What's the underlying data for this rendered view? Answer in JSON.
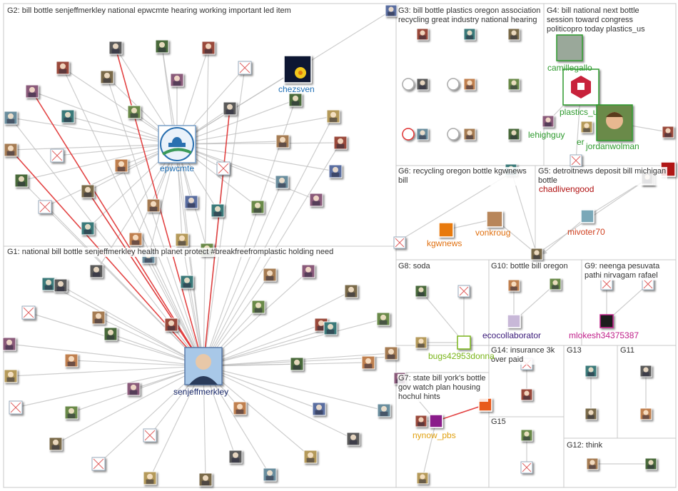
{
  "groups": [
    {
      "id": "G2",
      "label": "G2: bill bottle senjeffmerkley national epwcmte hearing working important led item"
    },
    {
      "id": "G3",
      "label": "G3: bill bottle plastics oregon association recycling great industry national hearing"
    },
    {
      "id": "G4",
      "label": "G4: bill national next bottle session toward congress politicopro today plastics_us"
    },
    {
      "id": "G1",
      "label": "G1: national bill bottle senjeffmerkley health planet protect #breakfreefromplastic holding need"
    },
    {
      "id": "G6",
      "label": "G6: recycling oregon bottle kgwnews bill"
    },
    {
      "id": "G5",
      "label": "G5: detroitnews deposit bill michigan bottle"
    },
    {
      "id": "G8",
      "label": "G8: soda"
    },
    {
      "id": "G10",
      "label": "G10: bottle bill oregon"
    },
    {
      "id": "G9",
      "label": "G9: neenga pesuvata pathi nirvagam rafael"
    },
    {
      "id": "G14",
      "label": "G14: insurance 3k over paid"
    },
    {
      "id": "G13",
      "label": "G13"
    },
    {
      "id": "G11",
      "label": "G11"
    },
    {
      "id": "G7",
      "label": "G7: state bill york's bottle gov watch plan housing hochul hints"
    },
    {
      "id": "G15",
      "label": "G15"
    },
    {
      "id": "G12",
      "label": "G12: think"
    }
  ],
  "named_nodes": [
    {
      "id": "epwcmte",
      "label": "epwcmte",
      "color": "#1f6fb5"
    },
    {
      "id": "chezsven",
      "label": "chezsven",
      "color": "#1f6fb5"
    },
    {
      "id": "senjeffmerkley",
      "label": "senjeffmerkley",
      "color": "#1a2a6c"
    },
    {
      "id": "camillegallo",
      "label": "camillegallo",
      "color": "#2e9a2e"
    },
    {
      "id": "plastics_us",
      "label": "plastics_u",
      "color": "#2e9a2e"
    },
    {
      "id": "lehighguy",
      "label": "lehighguy",
      "color": "#2e9a2e"
    },
    {
      "id": "jordanwolman",
      "label": "jordanwolman",
      "color": "#2e9a2e"
    },
    {
      "id": "er",
      "label": "er",
      "color": "#2e9a2e"
    },
    {
      "id": "chadlivengood",
      "label": "chadlivengood",
      "color": "#b01010"
    },
    {
      "id": "mivoter70",
      "label": "mivoter70",
      "color": "#d04020"
    },
    {
      "id": "kgwnews",
      "label": "kgwnews",
      "color": "#e07010"
    },
    {
      "id": "vonkroug",
      "label": "vonkroug",
      "color": "#e07010"
    },
    {
      "id": "ecocollaborator",
      "label": "ecocollaborator",
      "color": "#3a1a7a"
    },
    {
      "id": "mlokesh34375387",
      "label": "mlokesh34375387",
      "color": "#c0208a"
    },
    {
      "id": "bugs42953donna",
      "label": "bugs42953donna",
      "color": "#7ab51a"
    },
    {
      "id": "nynow_pbs",
      "label": "nynow_pbs",
      "color": "#e0a010"
    }
  ],
  "colors": {
    "edge_default": "#bdbdbd",
    "edge_strong": "#e03030",
    "panel_border": "#c8c8c8"
  }
}
